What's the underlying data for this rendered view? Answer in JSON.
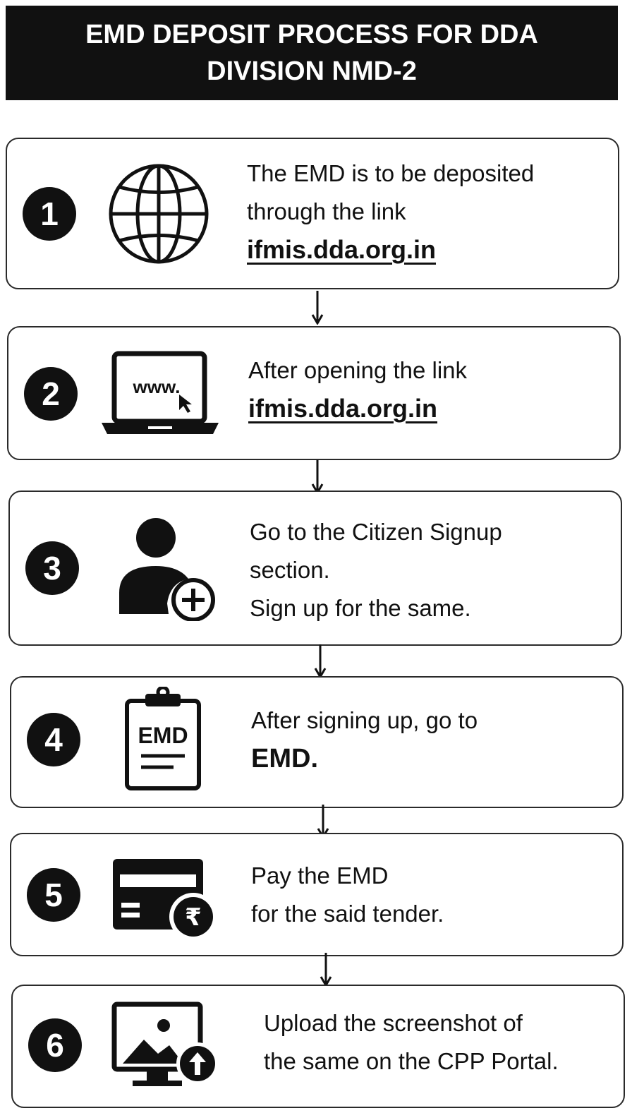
{
  "title": "EMD DEPOSIT PROCESS FOR DDA DIVISION NMD-2",
  "steps": [
    {
      "number": "1",
      "icon": "globe-icon",
      "line1": "The EMD is to be deposited",
      "line2": "through the link",
      "link": "ifmis.dda.org.in"
    },
    {
      "number": "2",
      "icon": "laptop-www-icon",
      "icon_text": "www.",
      "line1": "After opening the link",
      "link": "ifmis.dda.org.in"
    },
    {
      "number": "3",
      "icon": "user-add-icon",
      "line1": "Go to the Citizen Signup",
      "line2": "section.",
      "line3": "Sign up for the same."
    },
    {
      "number": "4",
      "icon": "clipboard-emd-icon",
      "icon_text": "EMD",
      "line1": "After signing up, go to",
      "line2": "EMD."
    },
    {
      "number": "5",
      "icon": "card-rupee-icon",
      "icon_text": "₹",
      "line1": "Pay the EMD",
      "line2": "for the said tender."
    },
    {
      "number": "6",
      "icon": "monitor-upload-icon",
      "line1": "Upload the screenshot of",
      "line2": "the same on the CPP Portal."
    }
  ]
}
